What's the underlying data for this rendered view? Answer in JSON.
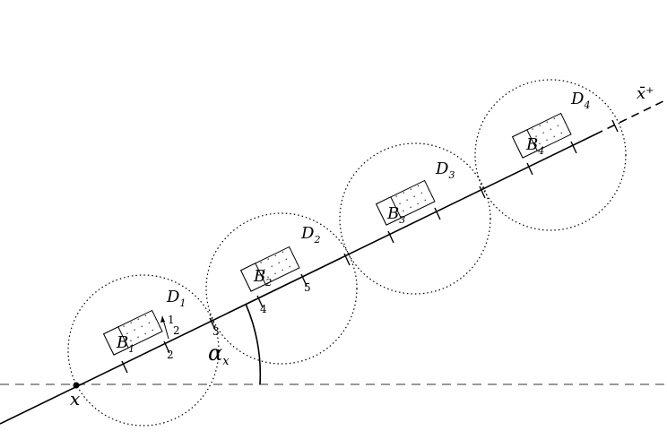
{
  "diagram": {
    "point_label": "x",
    "ray_label": "x̄⁺",
    "angle_label": "α",
    "angle_sub": "x",
    "discs": [
      {
        "name": "D",
        "sub": "1"
      },
      {
        "name": "D",
        "sub": "2"
      },
      {
        "name": "D",
        "sub": "3"
      },
      {
        "name": "D",
        "sub": "4"
      }
    ],
    "boxes": [
      {
        "name": "B",
        "sub": "1"
      },
      {
        "name": "B",
        "sub": "2"
      },
      {
        "name": "B",
        "sub": "3"
      },
      {
        "name": "B",
        "sub": "4"
      }
    ],
    "tick_labels": [
      "1",
      "2",
      "2",
      "3",
      "4",
      "5"
    ]
  }
}
